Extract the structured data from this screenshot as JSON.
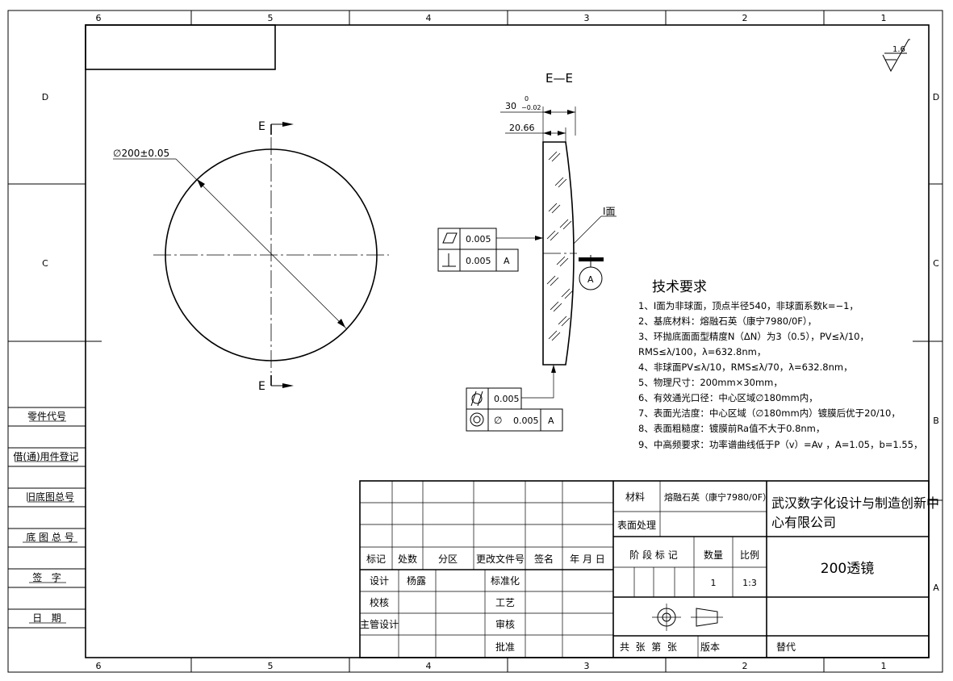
{
  "colors": {
    "line": "#000000",
    "background": "#ffffff",
    "frame_bg": "#ffffff"
  },
  "zones": {
    "top": [
      "6",
      "5",
      "4",
      "3",
      "2",
      "1"
    ],
    "bottom": [
      "6",
      "5",
      "4",
      "3",
      "2",
      "1"
    ],
    "left": [
      "D",
      "C"
    ],
    "right": [
      "D",
      "C",
      "B",
      "A"
    ]
  },
  "roughness": {
    "value": "1.6"
  },
  "front_view": {
    "diameter": "∅200±0.05",
    "section_mark": "E",
    "section_mark_bottom": "E"
  },
  "section": {
    "title": "E—E",
    "dim_thickness": "30",
    "tol_upper": "0",
    "tol_lower": "−0.02",
    "dim_edge": "20.66",
    "surface_label": "Ⅰ面",
    "datum_label": "A",
    "fcf1": {
      "row1_value": "0.005",
      "row2_value": "0.005",
      "row2_datum": "A"
    },
    "fcf2": {
      "row1_value": "0.005",
      "row2_symbol": "∅",
      "row2_value": "0.005",
      "row2_datum": "A"
    }
  },
  "tech": {
    "title": "技术要求",
    "lines": [
      "1、Ⅰ面为非球面，顶点半径540，非球面系数k=−1，",
      "2、基底材料：熔融石英（康宁7980/0F），",
      "3、环抛底面面型精度N（ΔN）为3（0.5），PV≤λ/10，",
      "RMS≤λ/100，λ=632.8nm，",
      "4、非球面PV≤λ/10，RMS≤λ/70，λ=632.8nm，",
      "5、物理尺寸：200mm×30mm，",
      "6、有效通光口径：中心区域∅180mm内，",
      "7、表面光洁度：中心区域（∅180mm内）镀膜后优于20/10，",
      "8、表面粗糙度：镀膜前Ra值不大于0.8nm，",
      "9、中高频要求：功率谱曲线低于P（v）=Av  ，A=1.05，b=1.55，"
    ]
  },
  "side_table": [
    "零件代号",
    "借(通)用件登记",
    "旧底图总号",
    "底 图 总 号",
    "签   字",
    "日   期"
  ],
  "title_block": {
    "material_label": "材料",
    "material_value": "熔融石英（康宁7980/0F）",
    "surface_label": "表面处理",
    "company_line1": "武汉数字化设计与制造创新中",
    "company_line2": "心有限公司",
    "headers": [
      "标记",
      "处数",
      "分区",
      "更改文件号",
      "签名",
      "年 月 日"
    ],
    "stage_label": "阶 段 标 记",
    "qty_label": "数量",
    "scale_label": "比例",
    "qty_value": "1",
    "scale_value": "1:3",
    "part_name": "200透镜",
    "design_label": "设计",
    "designer": "杨露",
    "std_label": "标准化",
    "check_label": "校核",
    "process_label": "工艺",
    "chief_label": "主管设计",
    "review_label": "审核",
    "approve_label": "批准",
    "sheet_label": "共  张  第  张",
    "version_label": "版本",
    "replace_label": "替代"
  }
}
